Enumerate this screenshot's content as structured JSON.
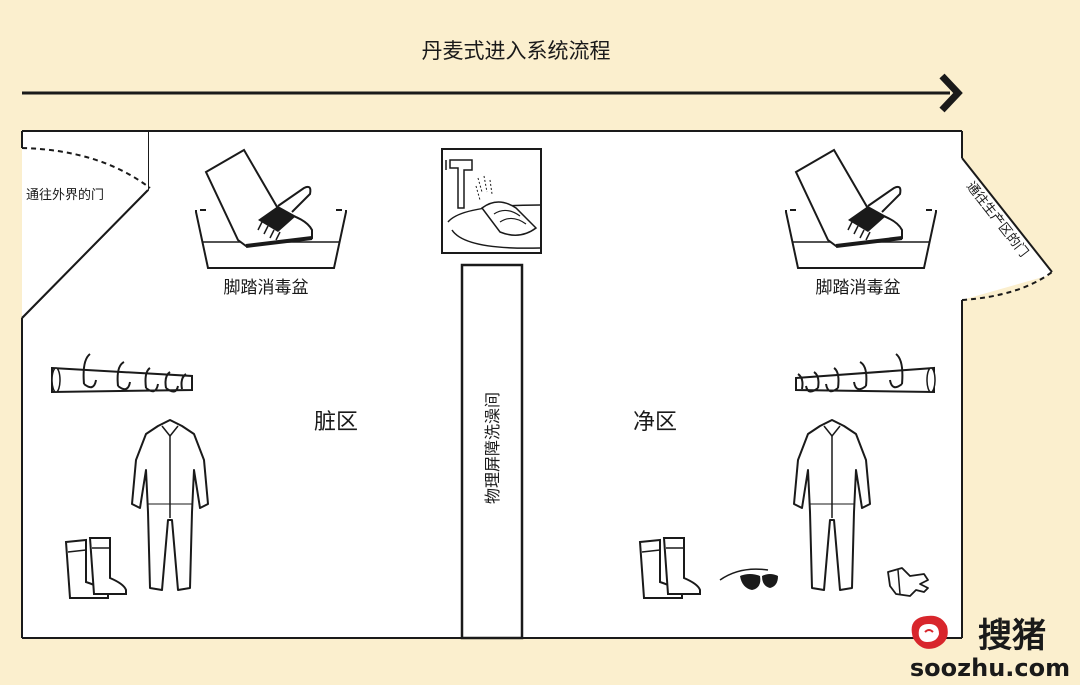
{
  "title": "丹麦式进入系统流程",
  "labels": {
    "outer_door": "通往外界的门",
    "production_door": "通往生产区的门",
    "footbath_left": "脚踏消毒盆",
    "footbath_right": "脚踏消毒盆",
    "dirty_zone": "脏区",
    "clean_zone": "净区",
    "barrier_shower": "物理屏障洗澡间"
  },
  "watermark": {
    "brand": "搜猪",
    "url": "soozhu.com"
  },
  "colors": {
    "background": "#FBEFCE",
    "room": "#FFFFFF",
    "stroke": "#1A1A1A",
    "brand_red": "#D8262C"
  },
  "icons": [
    "arrow-right-icon",
    "footbath-brush-icon",
    "handwash-sink-icon",
    "coat-rack-icon",
    "coverall-icon",
    "rubber-boots-icon",
    "safety-goggles-icon",
    "gloves-icon",
    "pig-logo-icon"
  ]
}
